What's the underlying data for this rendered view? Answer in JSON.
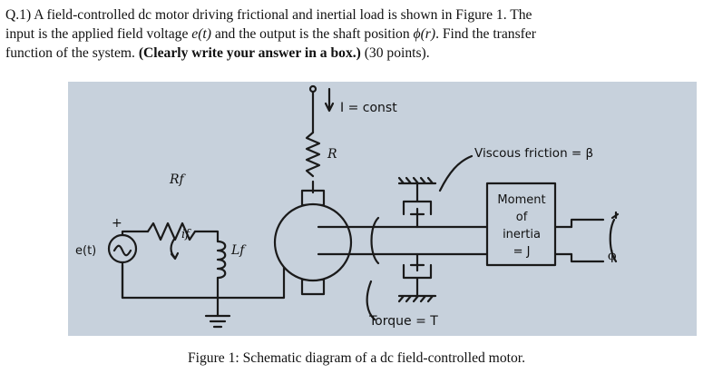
{
  "question": {
    "number": "Q.1)",
    "line1": "A field-controlled dc motor driving frictional and inertial load is shown in Figure 1. The",
    "line2_a": "input is the applied field voltage ",
    "line2_b": "e(t)",
    "line2_c": " and the output is the shaft position ",
    "line2_d": "ϕ(r)",
    "line2_e": ". Find the transfer",
    "line3_a": "function of the system. ",
    "line3_b": "(Clearly write your answer in a box.)",
    "line3_c": " (30 points)."
  },
  "diagram": {
    "current_label": "I  =  const",
    "armature_resistor": "R",
    "viscous_friction": "Viscous friction  =  β",
    "field_resistor": "Rf",
    "field_current": "if",
    "field_inductor": "Lf",
    "source_label": "e(t)",
    "plus_sign": "+",
    "inertia_line1": "Moment",
    "inertia_line2": "of",
    "inertia_line3": "inertia",
    "inertia_line4": "= J",
    "output_label": "ϕ",
    "torque_label": "Torque  =  T"
  },
  "caption": "Figure 1: Schematic diagram of a dc field-controlled motor."
}
